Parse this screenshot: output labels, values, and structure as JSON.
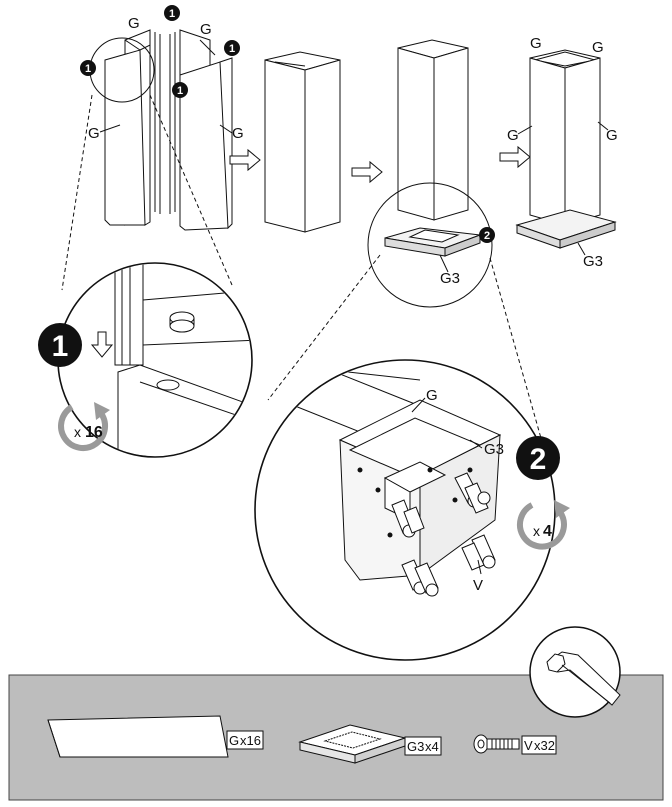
{
  "labels": {
    "g": "G",
    "g3": "G3",
    "v": "V"
  },
  "steps": {
    "one": "1",
    "two": "2"
  },
  "rotations": {
    "step1": {
      "prefix": "x",
      "count": "16"
    },
    "step2": {
      "prefix": "x",
      "count": "4"
    }
  },
  "parts": {
    "g": {
      "code": "G",
      "qty": "x16"
    },
    "g3": {
      "code": "G3",
      "qty": "x4"
    },
    "v": {
      "code": "V",
      "qty": "x32"
    }
  },
  "colors": {
    "line": "#111111",
    "panel": "#bdbdbd",
    "panel_border": "#444444",
    "rotate_arrow": "#9a9a9a",
    "badge": "#111111",
    "hollow_arrow": "#ffffff"
  },
  "icons": [
    "hex-key-icon",
    "rotate-arrow-icon",
    "down-arrow-icon",
    "right-arrow-icon",
    "bolt-icon"
  ]
}
